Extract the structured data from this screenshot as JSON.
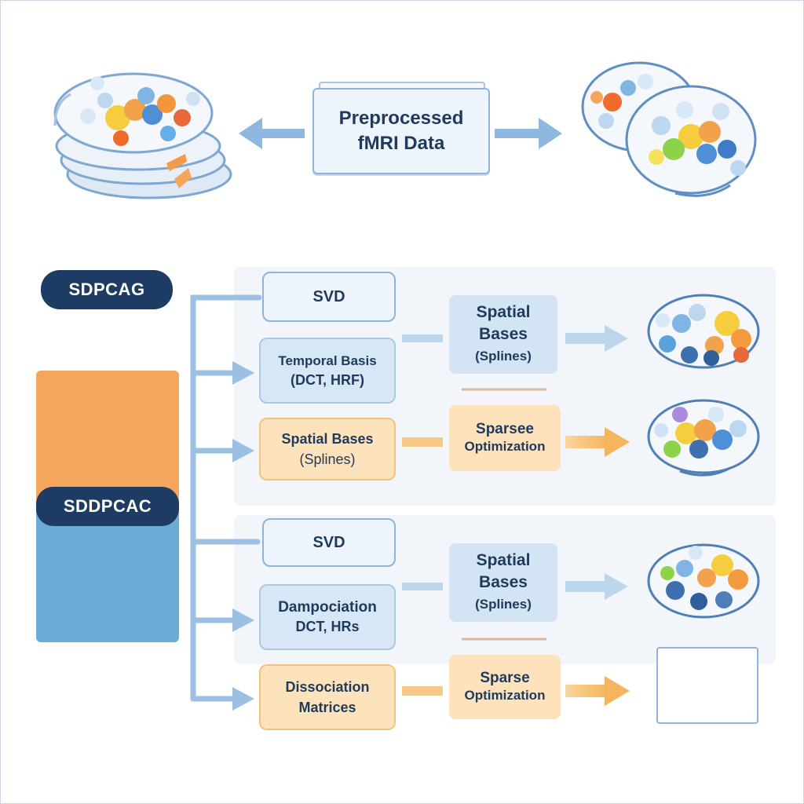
{
  "top": {
    "title": "Preprocessed fMRI Data"
  },
  "side": {
    "label_top": "SDPCAG",
    "label_mid": "SDDPCAC"
  },
  "section1": {
    "svd": "SVD",
    "temporal_line1": "Temporal Basis",
    "temporal_line2": "(DCT, HRF)",
    "spatial_bases_line1": "Spatial Bases",
    "spatial_bases_line2": "(Splines)",
    "spatial_out_line1": "Spatial",
    "spatial_out_line2": "Bases",
    "spatial_out_line3": "(Splines)",
    "sparse_line1": "Sparsee",
    "sparse_line2": "Optimization"
  },
  "section2": {
    "svd": "SVD",
    "dampo_line1": "Dampociation",
    "dampo_line2": "DCT, HRs",
    "dissoc_line1": "Dissociation",
    "dissoc_line2": "Matrices",
    "spatial_out_line1": "Spatial",
    "spatial_out_line2": "Bases",
    "spatial_out_line3": "(Splines)",
    "sparse_line1": "Sparse",
    "sparse_line2": "Optimization"
  },
  "colors": {
    "navy": "#1d3b63",
    "light_blue": "#8fb4dc",
    "orange": "#f4a65c",
    "blue": "#6cabd6"
  }
}
